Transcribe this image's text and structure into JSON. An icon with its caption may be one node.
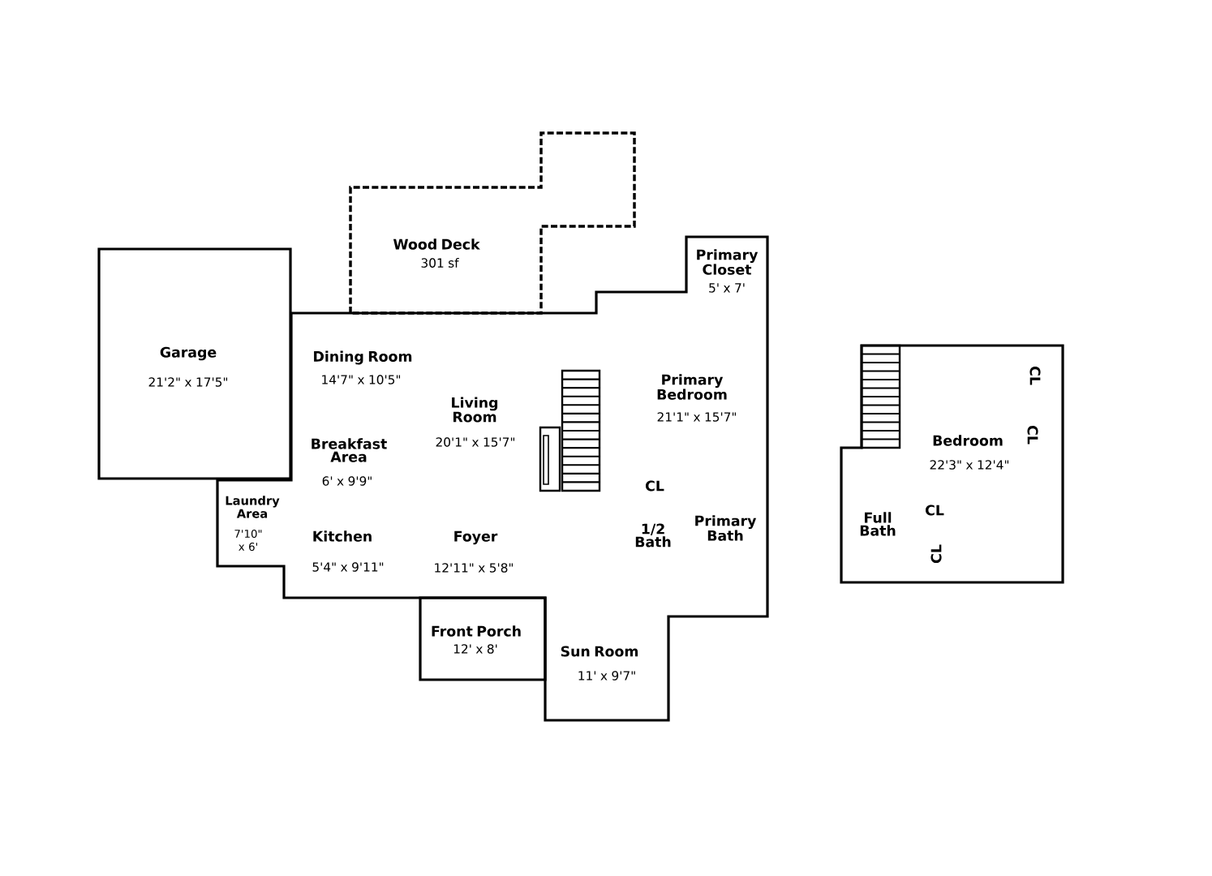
{
  "diagram": {
    "nodes": [
      {
        "text": [
          "Garage",
          "21'2\" x 17'5\""
        ]
      },
      {
        "text": [
          "Wood Deck",
          "301 sf"
        ]
      },
      {
        "text": [
          "Primary Closet",
          "5' x 7'",
          "Dining Room",
          "14'7\" x 10'5\"",
          "Living Room",
          "20'1\" x 15'7\"",
          "Primary Bedroom",
          "21'1\" x 15'7\"",
          "Breakfast Area",
          "6' x 9'9\"",
          "CL",
          "Laundry Area",
          "7'10\" x 6'",
          "1/2 Bath",
          "Primary Bath",
          "Kitchen",
          "5'4\" x 9'11\"",
          "Foyer",
          "12'11\" x 5'8\"",
          "Sun Room",
          "11' x 9'7\""
        ]
      },
      {
        "text": [
          "Front Porch",
          "12' x 8'"
        ]
      },
      {
        "text": [
          "CL",
          "CL",
          "Bedroom",
          "22'3\" x 12'4\"",
          "Full Bath",
          "CL",
          "CL"
        ]
      }
    ]
  }
}
